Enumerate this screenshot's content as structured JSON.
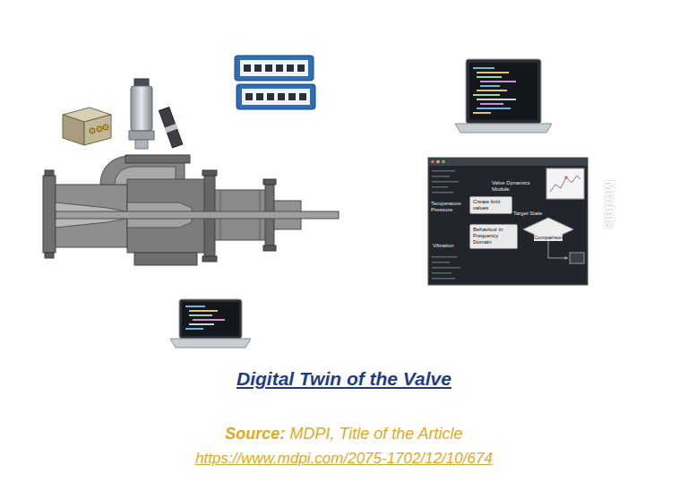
{
  "diagram": {
    "title": "Digital Twin of the Valve",
    "nodes": [
      {
        "text": [
          "Sensors"
        ]
      },
      {
        "text": [
          "IT Infrastructure"
        ]
      },
      {
        "text": [
          "Models"
        ],
        "in": 1
      }
    ],
    "labels": [
      "Valve Dynamics Module",
      "Create limit values",
      "Target State",
      "Temperature Pressure",
      "Comparison",
      "Behaviour in Frequency Domain",
      "Vibration",
      "Source:",
      "MDPI, Title of the Article",
      "https://www.mdpi.com/2075-1702/12/10/674"
    ]
  }
}
